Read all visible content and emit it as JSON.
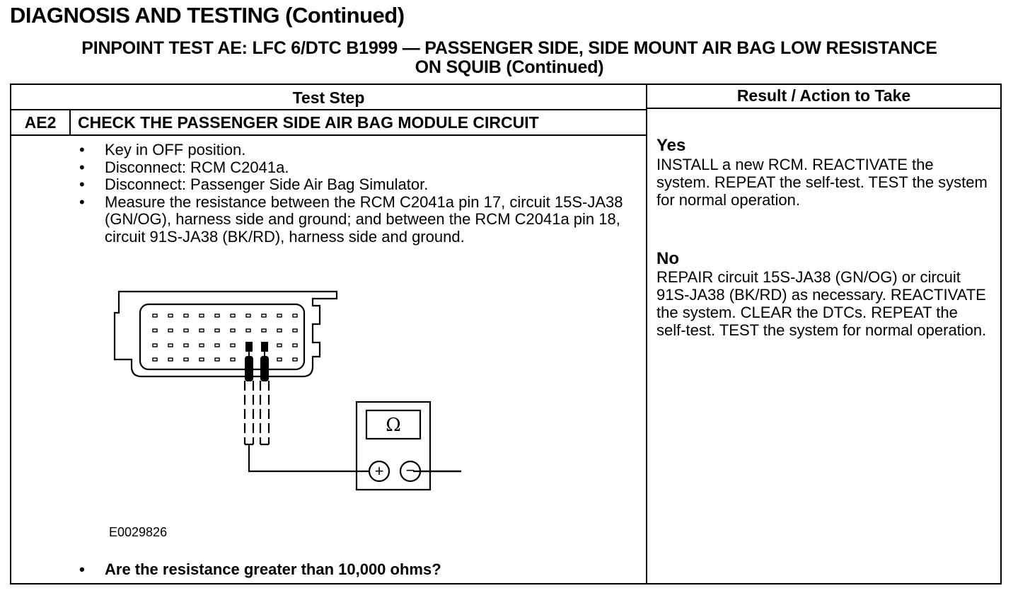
{
  "page": {
    "title": "DIAGNOSIS AND TESTING (Continued)",
    "subtitle_line1": "PINPOINT TEST  AE: LFC 6/DTC B1999 — PASSENGER SIDE, SIDE MOUNT AIR BAG LOW RESISTANCE",
    "subtitle_line2": "ON SQUIB (Continued)"
  },
  "table": {
    "col_test_step": "Test Step",
    "col_result": "Result / Action to Take",
    "step": {
      "id": "AE2",
      "title": "CHECK THE PASSENGER SIDE AIR BAG MODULE CIRCUIT",
      "bullets": [
        "Key in OFF position.",
        "Disconnect: RCM C2041a.",
        "Disconnect: Passenger Side Air Bag Simulator.",
        "Measure the resistance between the RCM C2041a pin 17, circuit 15S-JA38 (GN/OG), harness side and ground; and between the RCM C2041a pin 18, circuit 91S-JA38 (BK/RD), harness side and ground."
      ],
      "figure_id": "E0029826",
      "meter_symbol": "Ω",
      "plus_symbol": "+",
      "minus_symbol": "−",
      "question": "Are the resistance greater than 10,000 ohms?"
    },
    "results": {
      "yes_label": "Yes",
      "yes_text": "INSTALL a new RCM. REACTIVATE the system. REPEAT the self-test. TEST the system for normal operation.",
      "no_label": "No",
      "no_text": "REPAIR circuit 15S-JA38 (GN/OG) or circuit 91S-JA38 (BK/RD) as necessary. REACTIVATE the system. CLEAR the DTCs. REPEAT the self-test. TEST the system for normal operation."
    }
  }
}
